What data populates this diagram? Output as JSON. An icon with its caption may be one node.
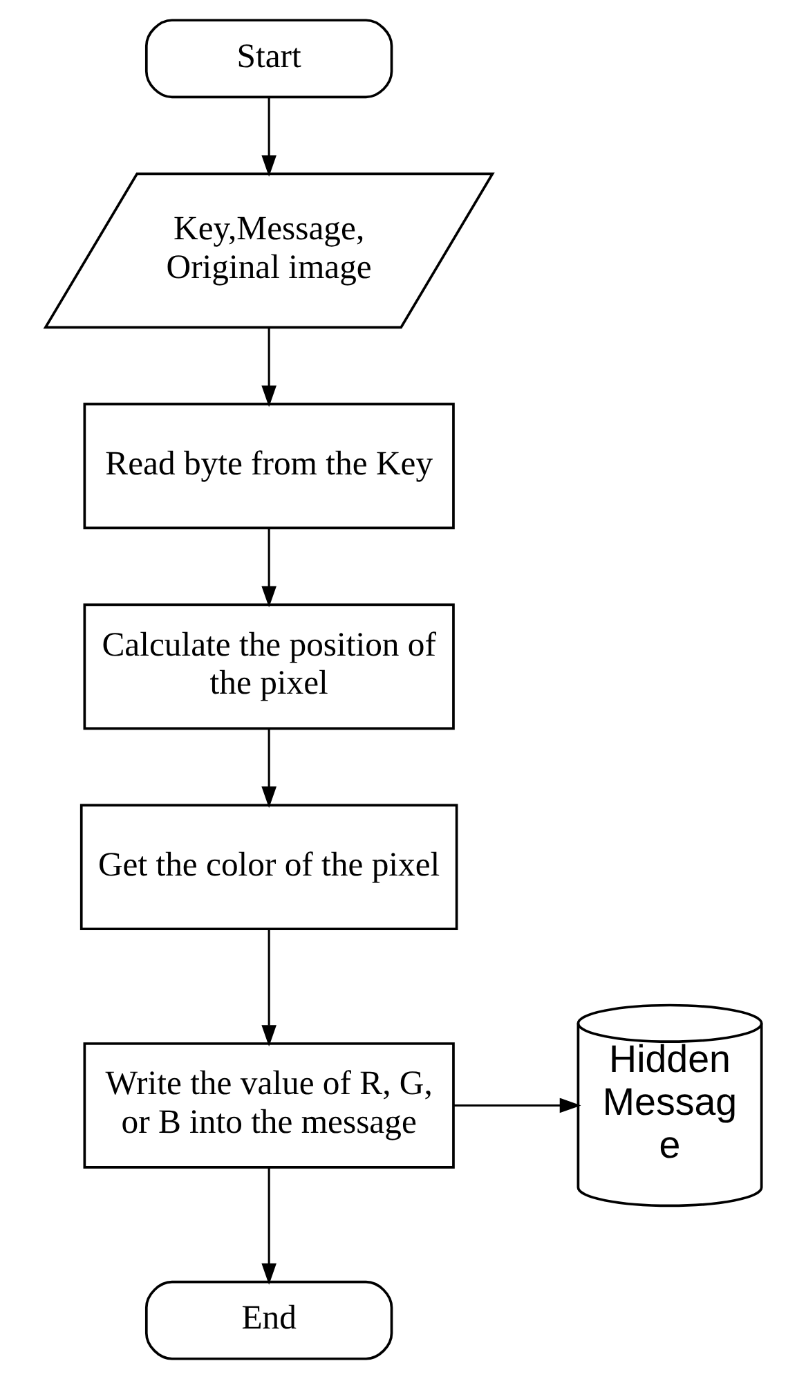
{
  "diagram": {
    "nodes": [
      {
        "text": [
          "Start"
        ]
      },
      {
        "text": [
          "Key,Message, Original image"
        ]
      },
      {
        "text": [
          "Read byte from the Key"
        ]
      },
      {
        "text": [
          "Calculate the position of the pixel"
        ]
      },
      {
        "text": [
          "Get the color of the pixel"
        ]
      },
      {
        "text": [
          "Write the value of R, G, or B into the message"
        ]
      },
      {
        "text": [
          "Hidden Messag e"
        ]
      },
      {
        "text": [
          "End"
        ]
      }
    ],
    "edges": [
      {
        "from": 0,
        "to": 1,
        "arrow": "to"
      },
      {
        "from": 1,
        "to": 2,
        "arrow": "to"
      },
      {
        "from": 2,
        "to": 3,
        "arrow": "to"
      },
      {
        "from": 3,
        "to": 4,
        "arrow": "to"
      },
      {
        "from": 4,
        "to": 5,
        "arrow": "to"
      },
      {
        "from": 5,
        "to": 6,
        "arrow": "to"
      },
      {
        "from": 5,
        "to": 7,
        "arrow": "to"
      }
    ]
  }
}
